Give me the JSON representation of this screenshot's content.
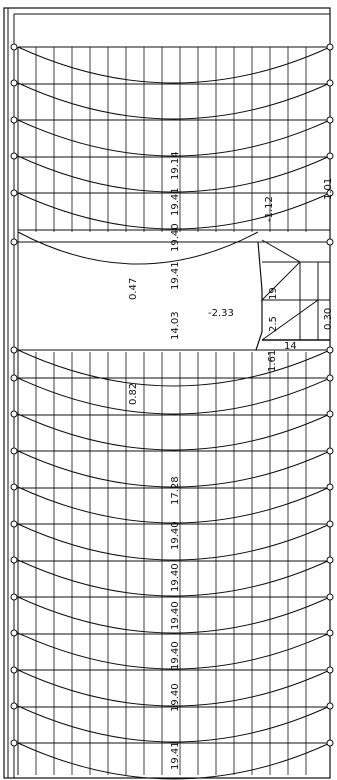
{
  "diagram": {
    "kind": "structural moment diagram",
    "line_color": "#111111",
    "support_symbol": "hinge-circle",
    "labels": [
      {
        "id": "val-0-47",
        "text": "0.47"
      },
      {
        "id": "val-19-14",
        "text": "19.14"
      },
      {
        "id": "val-19-41-a",
        "text": "19.41"
      },
      {
        "id": "val-19-40-a",
        "text": "19.40"
      },
      {
        "id": "val-19-41-b",
        "text": "19.41"
      },
      {
        "id": "val-14-03",
        "text": "14.03"
      },
      {
        "id": "val-1-12",
        "text": "-1.12"
      },
      {
        "id": "val-1-01",
        "text": "1.01"
      },
      {
        "id": "val-2-33",
        "text": "-2.33"
      },
      {
        "id": "val-2-5",
        "text": "2.5"
      },
      {
        "id": "val-19",
        "text": "19"
      },
      {
        "id": "val-0-30",
        "text": "0.30"
      },
      {
        "id": "val-1-61",
        "text": "1.61"
      },
      {
        "id": "val-14",
        "text": "14"
      },
      {
        "id": "val-0-82",
        "text": "0.82"
      },
      {
        "id": "val-17-28",
        "text": "17.28"
      },
      {
        "id": "val-19-40-b",
        "text": "19.40"
      },
      {
        "id": "val-19-40-c",
        "text": "19.40"
      },
      {
        "id": "val-19-40-d",
        "text": "19.40"
      },
      {
        "id": "val-19-40-e",
        "text": "19.40"
      },
      {
        "id": "val-19-40-f",
        "text": "19.40"
      },
      {
        "id": "val-19-41-c",
        "text": "19.41"
      }
    ]
  }
}
